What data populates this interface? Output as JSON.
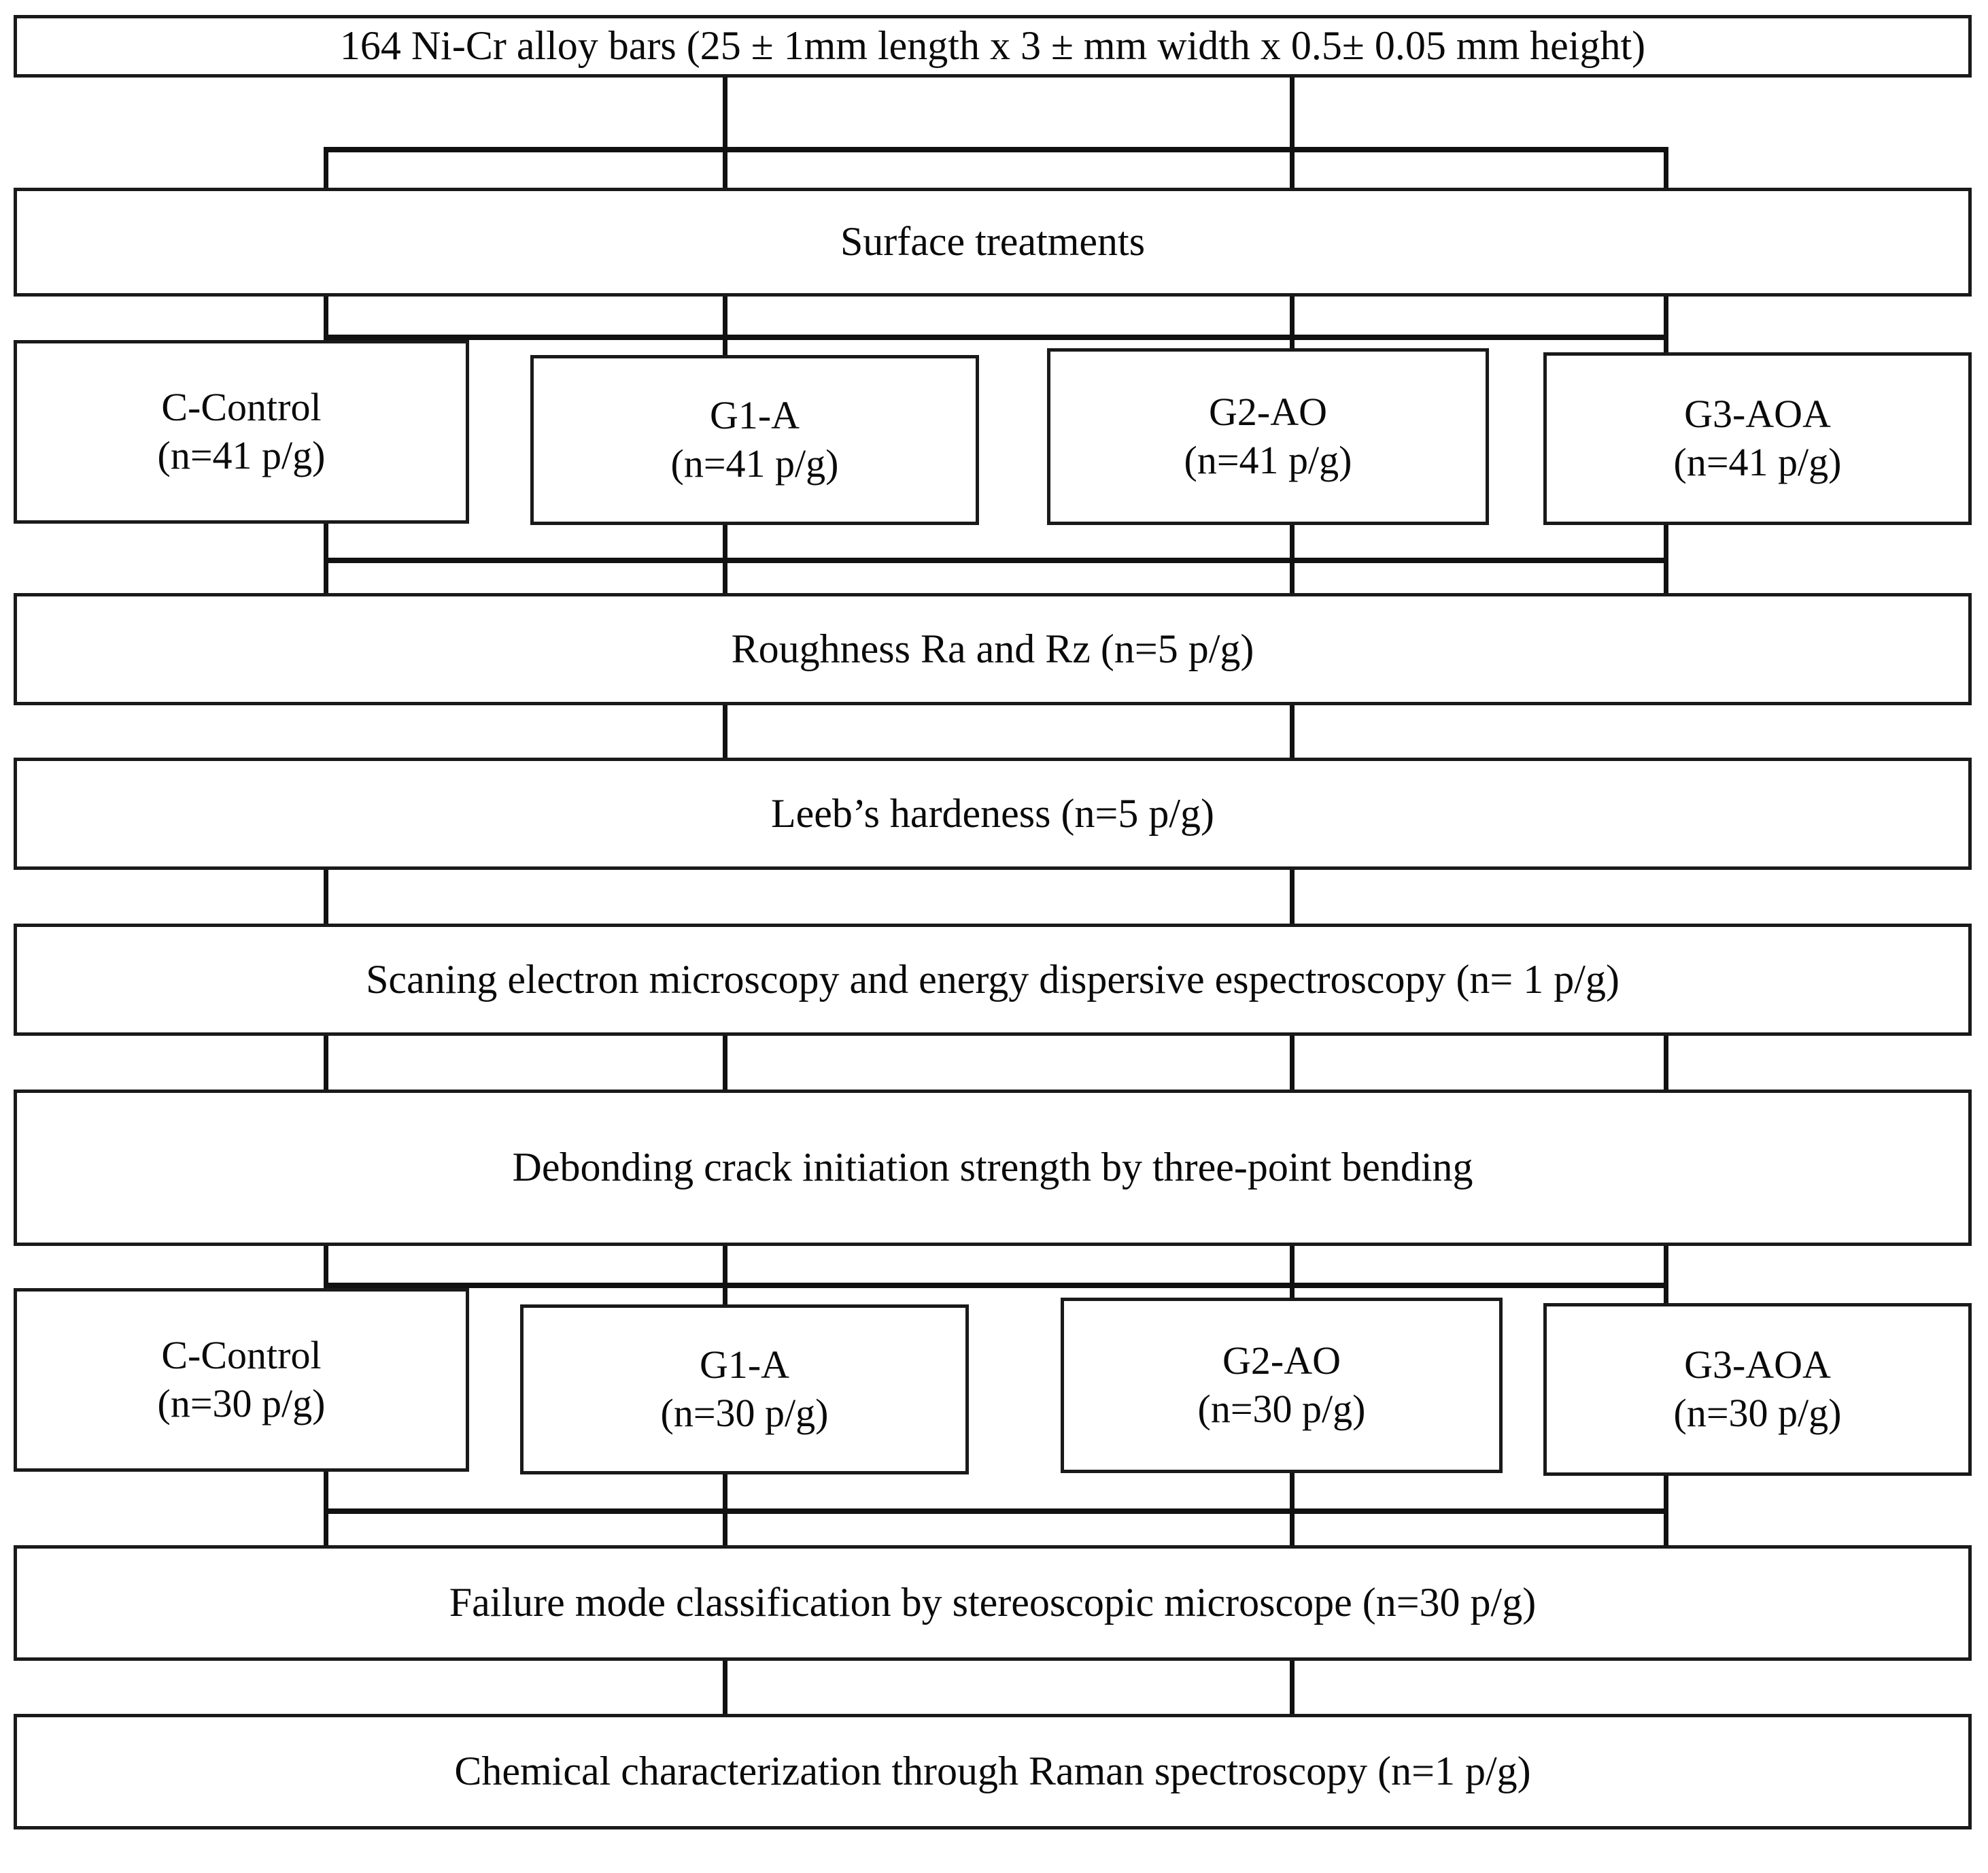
{
  "diagram": {
    "title_box": {
      "text": "164 Ni-Cr alloy bars  (25 ± 1mm length x 3 ± mm width x 0.5±  0.05 mm height)"
    },
    "surface_treatments": {
      "text": "Surface treatments"
    },
    "groups_top": [
      {
        "name": "C-Control",
        "n": "(n=41 p/g)"
      },
      {
        "name": "G1-A",
        "n": "(n=41 p/g)"
      },
      {
        "name": "G2-AO",
        "n": "(n=41 p/g)"
      },
      {
        "name": "G3-AOA",
        "n": "(n=41 p/g)"
      }
    ],
    "roughness": {
      "text": "Roughness Ra and Rz (n=5 p/g)"
    },
    "hardness": {
      "text": "Leeb’s hardeness (n=5 p/g)"
    },
    "sem_eds": {
      "text": "Scaning electron microscopy and energy dispersive espectroscopy (n= 1 p/g)"
    },
    "three_point": {
      "text": "Debonding crack initiation strength by three-point bending"
    },
    "groups_bottom": [
      {
        "name": "C-Control",
        "n": "(n=30 p/g)"
      },
      {
        "name": "G1-A",
        "n": "(n=30 p/g)"
      },
      {
        "name": "G2-AO",
        "n": "(n=30 p/g)"
      },
      {
        "name": "G3-AOA",
        "n": "(n=30 p/g)"
      }
    ],
    "failure_mode": {
      "text": "Failure mode classification by stereoscopic microscope (n=30 p/g)"
    },
    "raman": {
      "text": "Chemical characterization through Raman spectroscopy (n=1 p/g)"
    },
    "colors": {
      "line": "#111111",
      "box_border": "#1a1a1a",
      "background": "#ffffff",
      "text": "#0a0a0a"
    }
  }
}
